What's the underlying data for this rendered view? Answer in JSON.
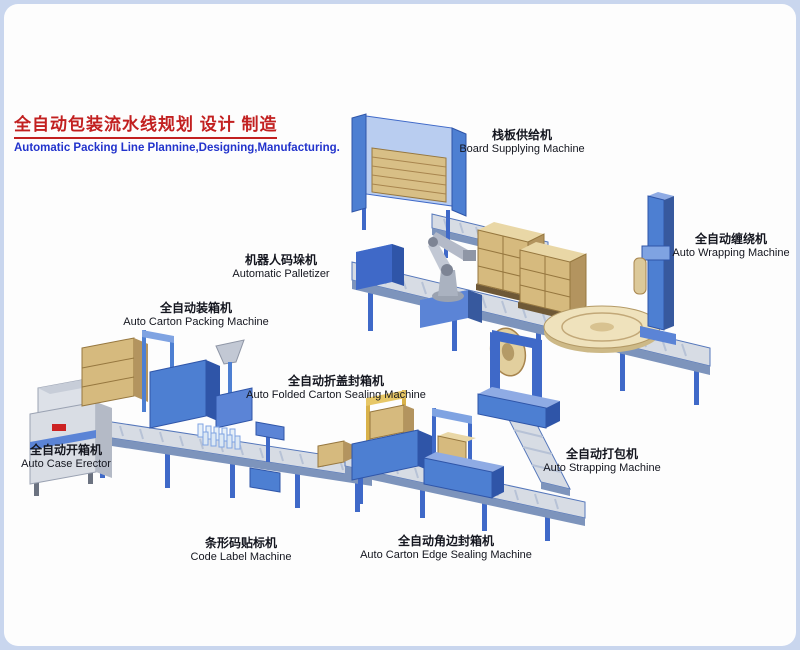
{
  "page": {
    "title_cn": "全自动包装流水线规划 设计 制造",
    "subtitle_en": "Automatic Packing Line Plannine,Designing,Manufacturing."
  },
  "machines": [
    {
      "cn": "栈板供给机",
      "en": "Board Supplying Machine"
    },
    {
      "cn": "全自动缠绕机",
      "en": "Auto Wrapping Machine"
    },
    {
      "cn": "机器人码垛机",
      "en": "Automatic Palletizer"
    },
    {
      "cn": "全自动装箱机",
      "en": "Auto Carton Packing Machine"
    },
    {
      "cn": "全自动折盖封箱机",
      "en": "Auto Folded Carton Sealing Machine"
    },
    {
      "cn": "全自动开箱机",
      "en": "Auto Case Erector"
    },
    {
      "cn": "全自动打包机",
      "en": "Auto Strapping Machine"
    },
    {
      "cn": "条形码贴标机",
      "en": "Code Label Machine"
    },
    {
      "cn": "全自动角边封箱机",
      "en": "Auto Carton Edge Sealing Machine"
    }
  ],
  "colors": {
    "title_red": "#c22020",
    "subtitle_blue": "#2233cc",
    "machine_blue": "#4d7fd2",
    "carton_tan": "#d6ba7e",
    "frame_blue": "#c9d6ee"
  }
}
